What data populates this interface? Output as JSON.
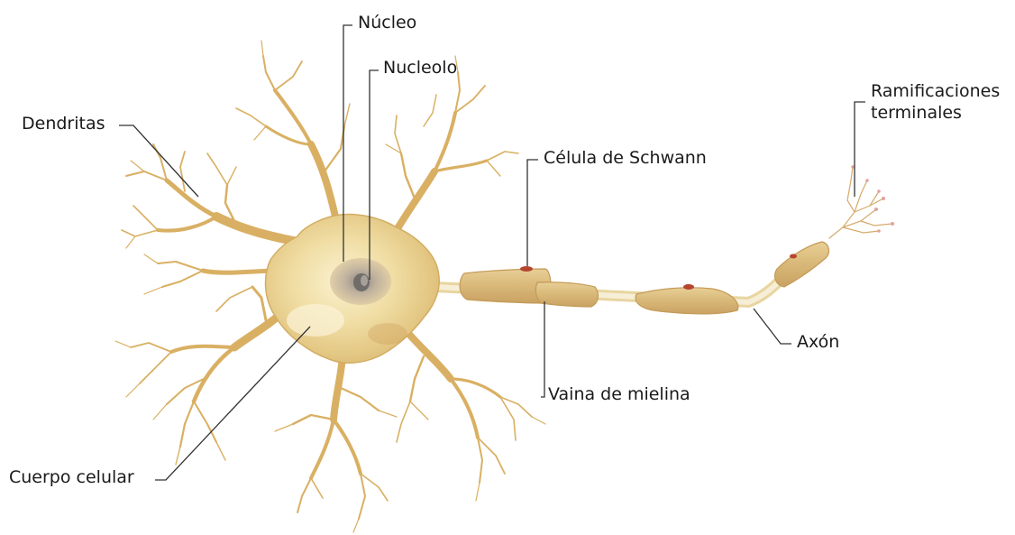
{
  "labels": {
    "nucleo": "Núcleo",
    "nucleolo": "Nucleolo",
    "dendritas": "Dendritas",
    "schwann": "Célula de Schwann",
    "ramificaciones_1": "Ramificaciones",
    "ramificaciones_2": "terminales",
    "axon": "Axón",
    "vaina": "Vaina de mielina",
    "cuerpo": "Cuerpo celular"
  },
  "colors": {
    "cell_body": "#e9cf87",
    "cell_body_light": "#f8ecc4",
    "dendrite": "#dcb46a",
    "myelin": "#dcc087",
    "axon": "#f1e6c4",
    "nucleus": "#b9a996",
    "leader_line": "#333333"
  }
}
